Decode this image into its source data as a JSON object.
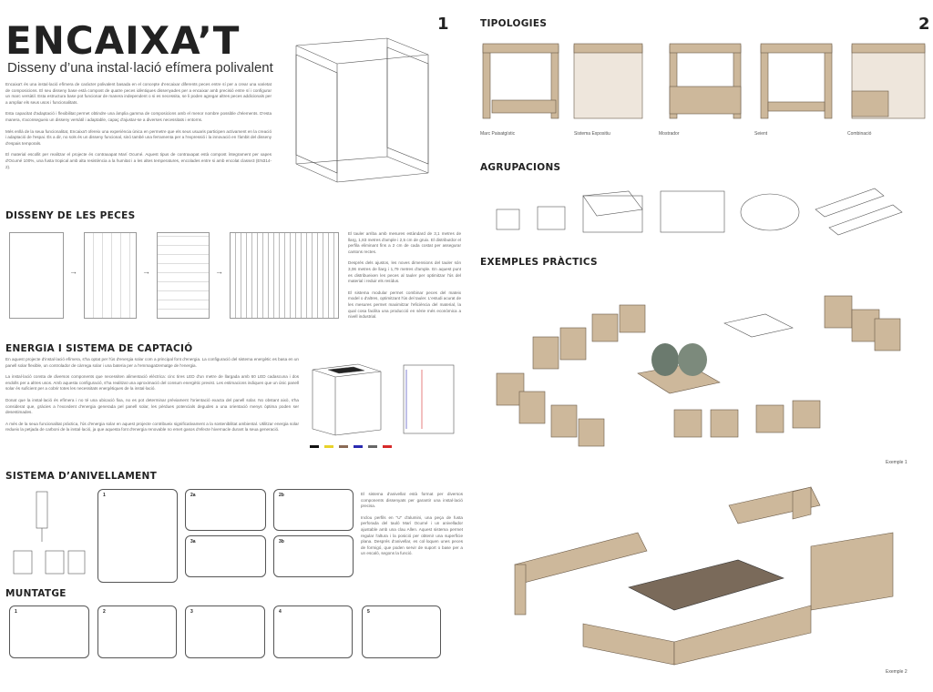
{
  "page1": {
    "number": "1",
    "title": "ENCAIXA’T",
    "subtitle": "Disseny d’una instal·lació efímera polivalent",
    "intro": [
      "Encaixa't és una instal·lació efímera de caràcter polivalent basada en el concepte d'encaixar diferents peces entre sí per a crear una varietat de composicions. El seu disseny base està compost de quatre peces idèntiques dissenyades per a encaixar amb precisió entre sí i configurar un marc versàtil. Esta estructura base pot funcionar de manera independent o si es necessita, se li poden agregar altres peces addicionals per a ampliar els seus usos i funcionalitats.",
      "Esta capacitat d'adaptació i flexibilitat permet obtindre una àmplia gamma de composicions amb el menor nombre possible d'elements. D'esta manera, s'aconsegueix un disseny versàtil i adaptable, capaç d'ajustar-se a diverses necessitats i entorns.",
      "Més enllà de la seua funcionalitat, Encaixa't ofereix una experiència única en permetre que els seus usuaris participen activament en la creació i adaptació de l'espai. És a dir, no sols és un disseny funcional, sinó també una ferramenta per a l'expressió i la innovació en l'àmbit del disseny d'espais temporals.",
      "El material escollit per realitzar el projecte és contraxapat Marí Ocumé. Aquest tipus de contraxapat està compost íntegrament per xapes d'Ocumé 100%, una fusta tropical amb alta resistència a la humitat i a les altes temperatures, encolades entre si amb encolat classe3 (EN314-2)."
    ],
    "disseny": {
      "heading": "DISSENY DE LES PECES",
      "arrow": "→",
      "text": [
        "El tauler arriba amb mesures estàndard de 3,1 metres de llarg, 1,83 metres d'ample i 2,5 cm de gruix. El distribuïdor el perfila eliminant fins a 2 cm de cada costat per assegurar cantons rectes.",
        "Després dels ajustos, les noves dimensions del tauler són 3,06 metres de llarg i 1,79 metres d'ample. En aquest punt es distribueixen les peces al tauler per optimitzar l'ús del material i reduir els resídus.",
        "El sistema modular permet combinar peces del mateix model o d'altres, optimitzant l'ús del tauler. L'estudi acurat de les mesures permet maximitzar l'eficiència del material, la qual cosa facilita una producció en sèrie més econòmica a nivell industrial."
      ]
    },
    "energia": {
      "heading": "ENERGIA I SISTEMA DE CAPTACIÓ",
      "text": [
        "En aquest projecte d'instal·lació efímera, s'ha optat per l'ús d'energia solar com a principal font d'energia. La configuració del sistema energètic es basa en un panell solar flexible, un controlador de càrrega solar i una bateria per a l'emmagatzematge de l'energia.",
        "La instal·lació consta de diversos components que necessiten alimentació elèctrica: cinc tires LED d'un metre de llargada amb 60 LED cadascuna i dos endolls per a altres usos. Amb aquesta configuració, s'ha realitzat una aproximació del consum energètic previst. Les estimacions indiquen que un únic panell solar és suficient per a cobrir totes les necessitats energètiques de la instal·lació.",
        "Donat que la instal·lació és efímera i no té una ubicació fixa, no es pot determinar prèviament l'orientació exacta del panell solar. No obstant això, s'ha considerat que, gràcies a l'excedent d'energia generada pel panell solar, les pèrdues potencials degudes a una orientació menys òptima poden ser desestimades.",
        "A més de la seua funcionalitat pràctica, l'ús d'energia solar en aquest projecte contribueix significativament a la sostenibilitat ambiental. Utilitzar energia solar redueix la petjada de carboni de la instal·lació, ja que aquesta font d'energia renovable no emet gasos d'efecte hivernacle durant la seua generació."
      ],
      "legend": [
        {
          "label": "",
          "color": "#111111"
        },
        {
          "label": "",
          "color": "#e8d22a"
        },
        {
          "label": "",
          "color": "#8a6a55"
        },
        {
          "label": "",
          "color": "#2a2ab0"
        },
        {
          "label": "",
          "color": "#666666"
        },
        {
          "label": "",
          "color": "#d62a2a"
        }
      ]
    },
    "anivellament": {
      "heading": "SISTEMA D’ANIVELLAMENT",
      "steps": [
        "1",
        "2a",
        "2b",
        "3a",
        "3b"
      ],
      "text": [
        "El sistema d'anivellat està format per diversos components dissenyats per garantir una instal·lació precisa.",
        "Inclou perfils en \"U\" d'alumini, una peça de fusta perforada del tauló Marí Ocumé i un anivellador ajustable amb una clau Allen. Aquest sistema permet regular l'altura i la posició per obtenir una superfície plana. Després d'anivellar, es col·loquen unes peces de formigó, que poden servir de suport o base per a un escaló, segons la funció."
      ]
    },
    "muntatge": {
      "heading": "MUNTATGE",
      "steps": [
        "1",
        "2",
        "3",
        "4",
        "5"
      ]
    }
  },
  "page2": {
    "number": "2",
    "tipologies": {
      "heading": "TIPOLOGIES",
      "items": [
        "Marc Paisatgístic",
        "Sistema Expositiu",
        "Mostrador",
        "Seient",
        "Combinació"
      ]
    },
    "agrupacions": {
      "heading": "AGRUPACIONS"
    },
    "exemples": {
      "heading": "EXEMPLES PRÀCTICS",
      "items": [
        "Exemple 1",
        "Exemple 2"
      ]
    }
  }
}
